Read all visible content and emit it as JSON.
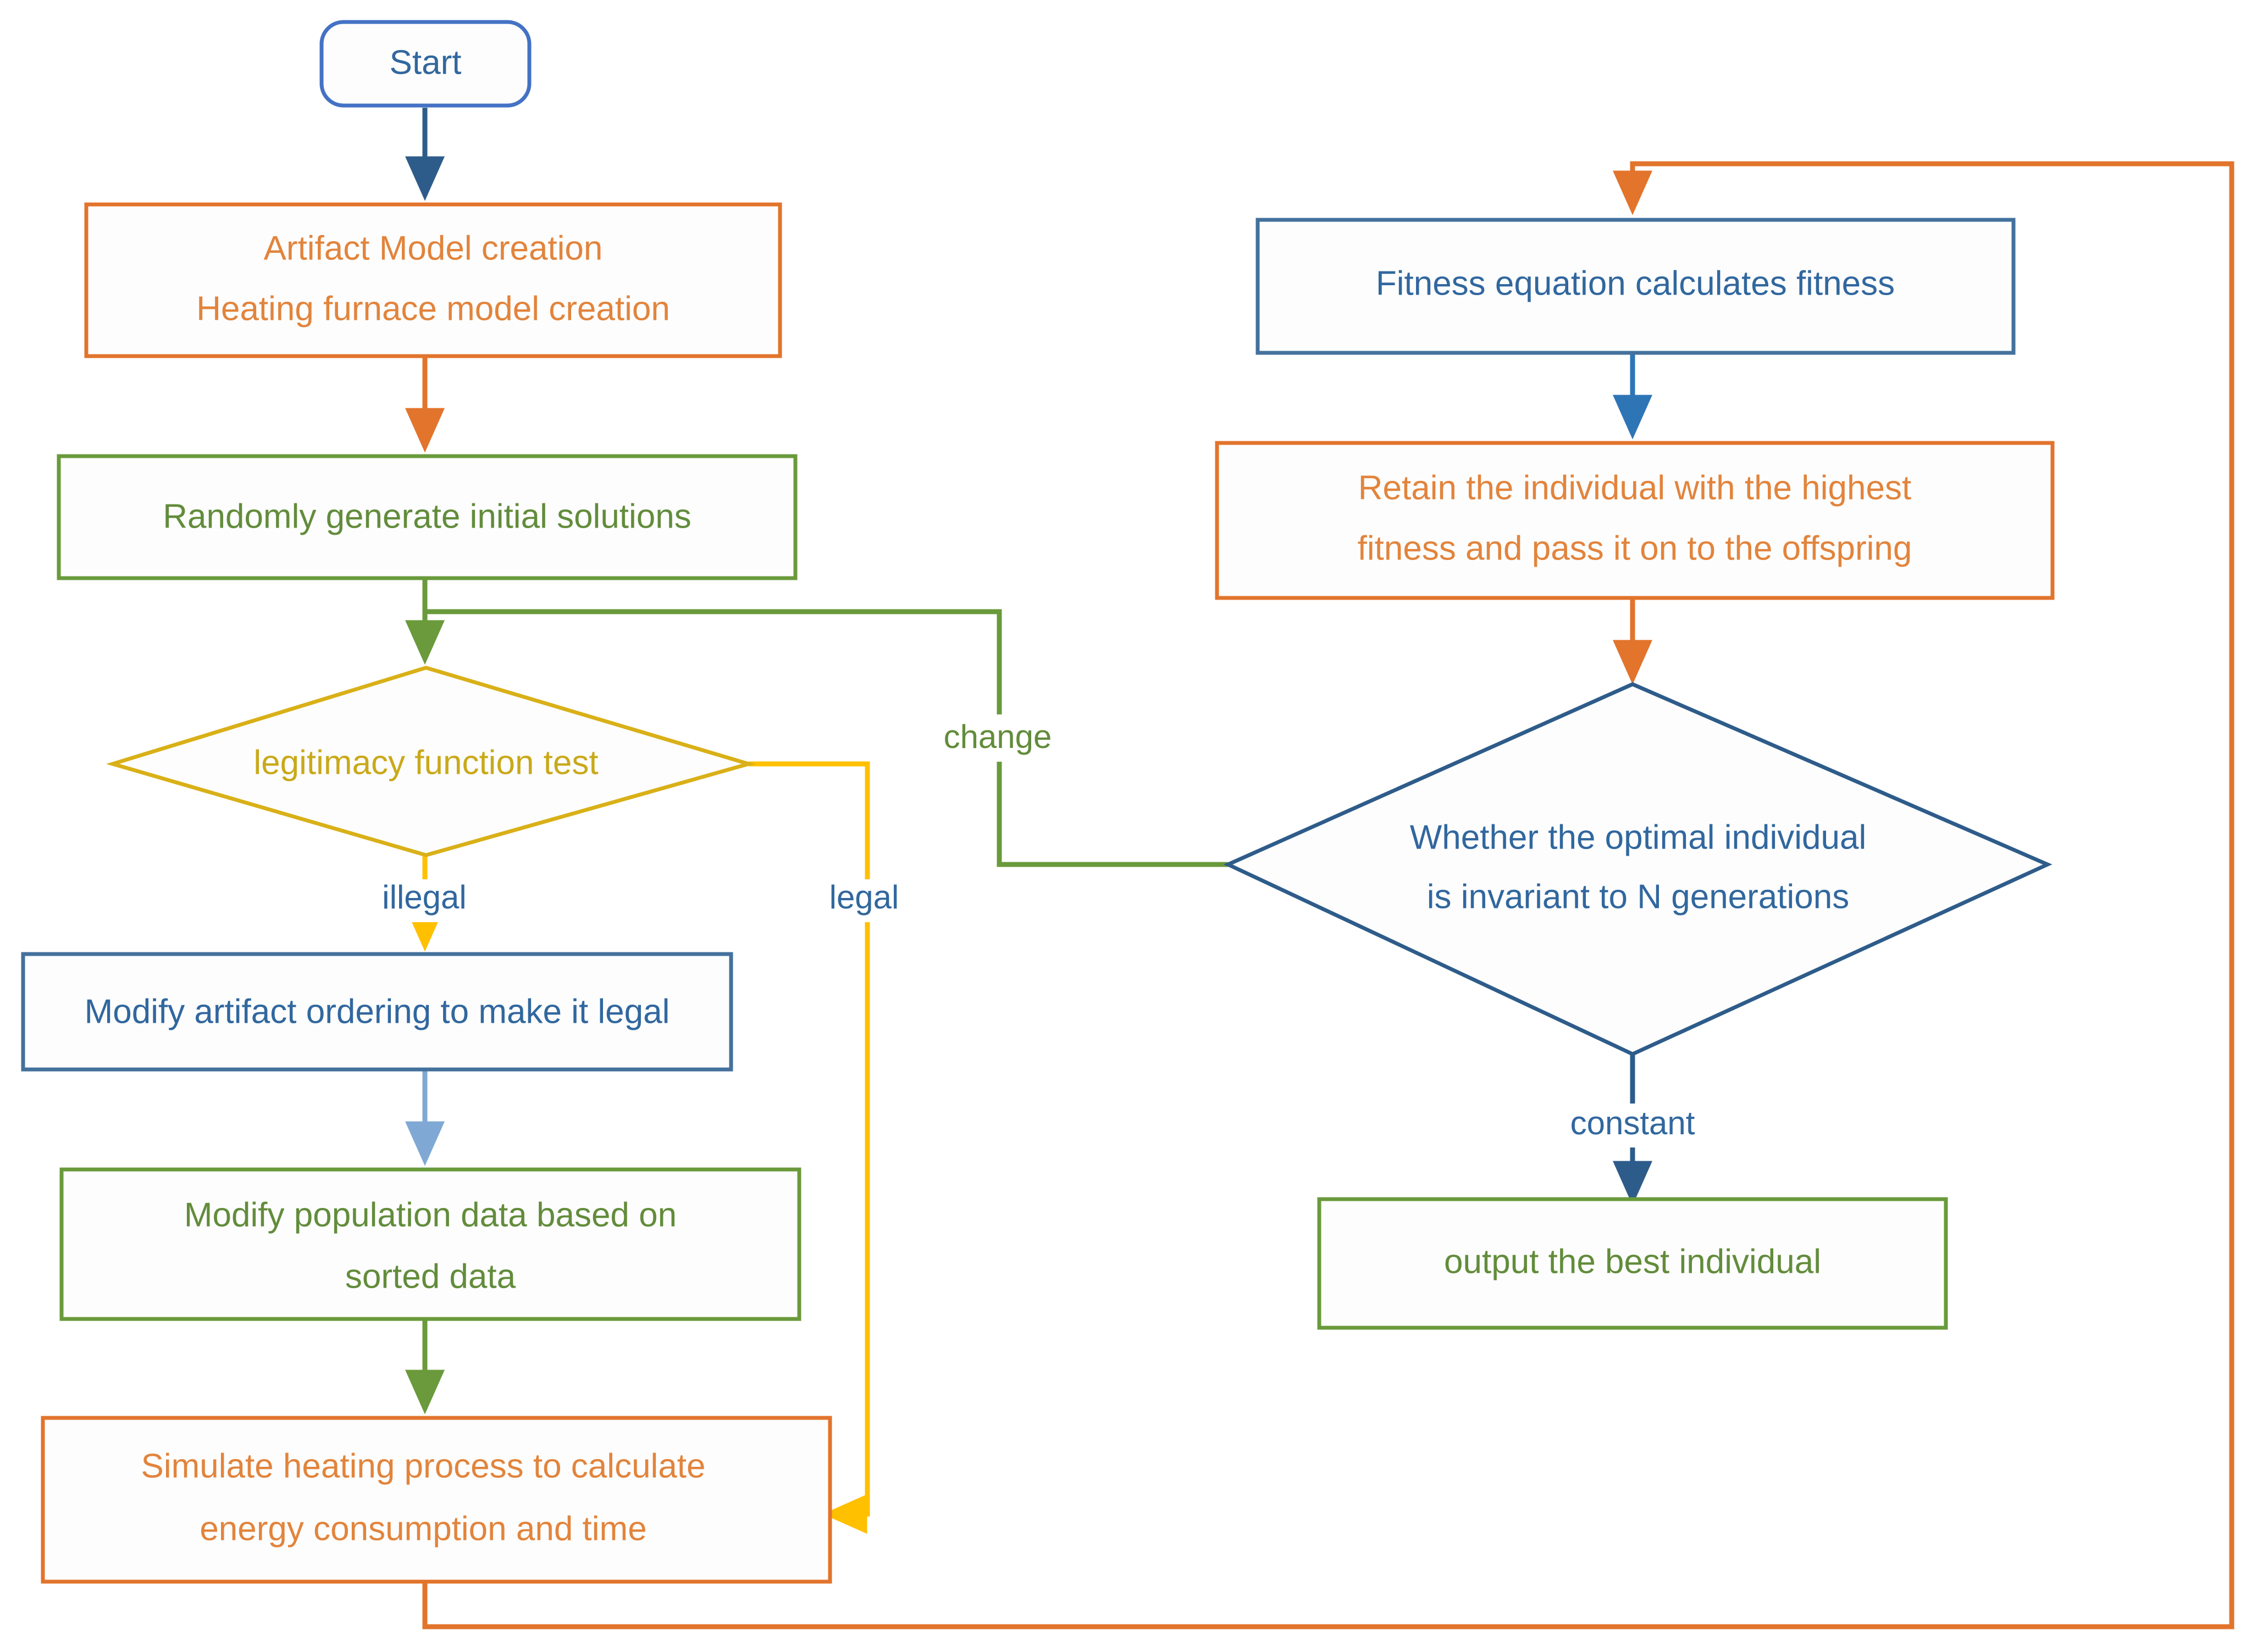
{
  "diagram": {
    "title": "Genetic algorithm flowchart for heating furnace artifact scheduling",
    "colors": {
      "blue": "#31679E",
      "blue_dark": "#2E5C8A",
      "blue_arrow": "#2E75B6",
      "blue_light": "#7FA9D4",
      "start_border": "#4472C4",
      "orange": "#E2742C",
      "orange_text": "#E28234",
      "green": "#6A9A3B",
      "green_text": "#628C3B",
      "yellow": "#D9B017",
      "yellow_arrow": "#FFC000",
      "diamond_fill": "#F2F5F7",
      "green_fill": "#F2F7EE",
      "white_fill": "#FDFDFD"
    },
    "nodes": [
      {
        "id": "start",
        "name": "start-node",
        "shape": "rounded-rect",
        "label": "Start",
        "lines": [
          "Start"
        ],
        "text_color": "#31679E",
        "border_color": "#4472C4",
        "fill": "#FDFDFD"
      },
      {
        "id": "artifact-model",
        "name": "artifact-model-creation-node",
        "shape": "rect",
        "label": "Artifact Model creation / Heating furnace model creation",
        "lines": [
          "Artifact Model creation",
          "Heating furnace model creation"
        ],
        "text_color": "#E2843C",
        "border_color": "#E2742C",
        "fill": "#FDFDFD"
      },
      {
        "id": "random-init",
        "name": "randomly-generate-initial-solutions-node",
        "shape": "rect",
        "label": "Randomly generate initial solutions",
        "lines": [
          "Randomly generate initial solutions"
        ],
        "text_color": "#628C3B",
        "border_color": "#6A9A3B",
        "fill": "#F2F7EE"
      },
      {
        "id": "legitimacy-test",
        "name": "legitimacy-function-test-decision",
        "shape": "diamond",
        "label": "legitimacy function test",
        "lines": [
          "legitimacy function test"
        ],
        "text_color": "#C9A91A",
        "border_color": "#D9B017",
        "fill": "#FEFDF6"
      },
      {
        "id": "modify-order",
        "name": "modify-artifact-ordering-node",
        "shape": "rect",
        "label": "Modify artifact ordering to make it legal",
        "lines": [
          "Modify artifact ordering to make it legal"
        ],
        "text_color": "#31679E",
        "border_color": "#44719C",
        "fill": "#FDFDFD"
      },
      {
        "id": "modify-population",
        "name": "modify-population-data-node",
        "shape": "rect",
        "label": "Modify population data based on sorted data",
        "lines": [
          "Modify population data based on",
          "sorted data"
        ],
        "text_color": "#628C3B",
        "border_color": "#6A9A3B",
        "fill": "#FDFDFD"
      },
      {
        "id": "simulate-heating",
        "name": "simulate-heating-process-node",
        "shape": "rect",
        "label": "Simulate heating process to calculate energy consumption and time",
        "lines": [
          "Simulate heating process to calculate",
          "energy consumption and time"
        ],
        "text_color": "#E2843C",
        "border_color": "#E2742C",
        "fill": "#FDFDFD"
      },
      {
        "id": "fitness-equation",
        "name": "fitness-equation-node",
        "shape": "rect",
        "label": "Fitness equation calculates fitness",
        "lines": [
          "Fitness equation calculates fitness"
        ],
        "text_color": "#31679E",
        "border_color": "#44719C",
        "fill": "#FDFDFD"
      },
      {
        "id": "retain-individual",
        "name": "retain-highest-fitness-node",
        "shape": "rect",
        "label": "Retain the individual with the highest fitness and pass it on to the offspring",
        "lines": [
          "Retain the individual with the highest",
          "fitness and pass it on to the offspring"
        ],
        "text_color": "#E2843C",
        "border_color": "#E2742C",
        "fill": "#FDFDFD"
      },
      {
        "id": "optimal-invariant",
        "name": "optimal-individual-invariant-decision",
        "shape": "diamond",
        "label": "Whether the optimal individual is invariant to N generations",
        "lines": [
          "Whether the optimal individual",
          "is invariant to N generations"
        ],
        "text_color": "#31679E",
        "border_color": "#2E5C8A",
        "fill": "#F2F5F7"
      },
      {
        "id": "output-best",
        "name": "output-best-individual-node",
        "shape": "rect",
        "label": "output the best individual",
        "lines": [
          "output the best individual"
        ],
        "text_color": "#628C3B",
        "border_color": "#6A9A3B",
        "fill": "#FDFDFD"
      }
    ],
    "edge_labels": [
      {
        "id": "illegal",
        "name": "edge-label-illegal",
        "text": "illegal",
        "color": "#31679E"
      },
      {
        "id": "legal",
        "name": "edge-label-legal",
        "text": "legal",
        "color": "#31679E"
      },
      {
        "id": "change",
        "name": "edge-label-change",
        "text": "change",
        "color": "#628C3B"
      },
      {
        "id": "constant",
        "name": "edge-label-constant",
        "text": "constant",
        "color": "#31679E"
      }
    ],
    "edges": [
      {
        "from": "start",
        "to": "artifact-model",
        "label": "",
        "color": "#2E5C8A"
      },
      {
        "from": "artifact-model",
        "to": "random-init",
        "label": "",
        "color": "#E2742C"
      },
      {
        "from": "random-init",
        "to": "legitimacy-test",
        "label": "",
        "color": "#6A9A3B"
      },
      {
        "from": "legitimacy-test",
        "to": "modify-order",
        "label": "illegal",
        "color": "#FFC000"
      },
      {
        "from": "modify-order",
        "to": "modify-population",
        "label": "",
        "color": "#7FA9D4"
      },
      {
        "from": "modify-population",
        "to": "simulate-heating",
        "label": "",
        "color": "#6A9A3B"
      },
      {
        "from": "legitimacy-test",
        "to": "simulate-heating",
        "label": "legal",
        "color": "#FFC000"
      },
      {
        "from": "simulate-heating",
        "to": "fitness-equation",
        "label": "",
        "color": "#E2742C"
      },
      {
        "from": "fitness-equation",
        "to": "retain-individual",
        "label": "",
        "color": "#2E75B6"
      },
      {
        "from": "retain-individual",
        "to": "optimal-invariant",
        "label": "",
        "color": "#E2742C"
      },
      {
        "from": "optimal-invariant",
        "to": "random-init",
        "label": "change",
        "color": "#6A9A3B"
      },
      {
        "from": "optimal-invariant",
        "to": "output-best",
        "label": "constant",
        "color": "#2E5C8A"
      }
    ]
  }
}
